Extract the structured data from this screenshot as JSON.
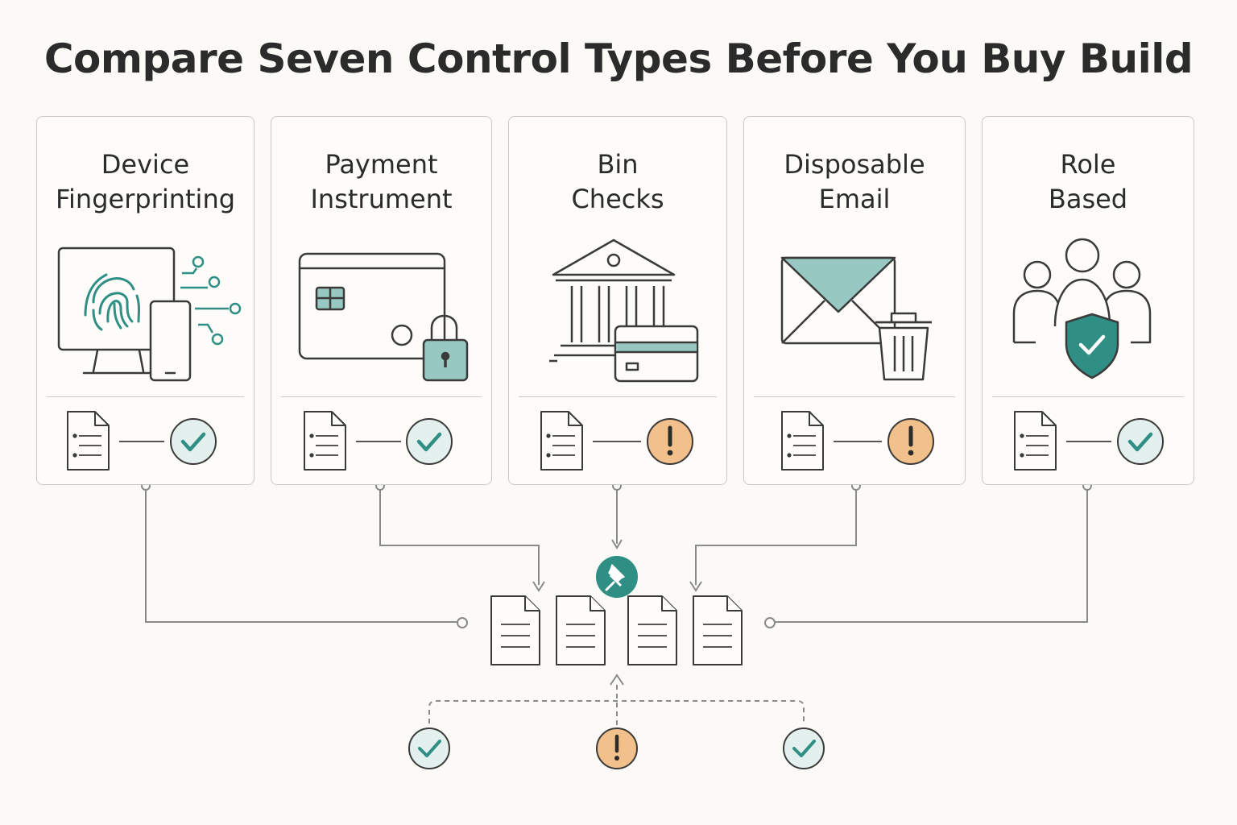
{
  "title": "Compare Seven Control Types Before You Buy Build",
  "colors": {
    "teal": "#2f8f85",
    "teal_light": "#97c8c1",
    "teal_bg": "#e3f0ee",
    "amber": "#f2c08a",
    "line": "#3a3a3a",
    "connector": "#8a8a8a",
    "card_border": "#c9c9c5"
  },
  "cards": [
    {
      "title_line1": "Device",
      "title_line2": "Fingerprinting",
      "icon": "fingerprint-devices-icon",
      "status": "check"
    },
    {
      "title_line1": "Payment",
      "title_line2": "Instrument",
      "icon": "card-lock-icon",
      "status": "check"
    },
    {
      "title_line1": "Bin",
      "title_line2": "Checks",
      "icon": "bank-card-icon",
      "status": "warning"
    },
    {
      "title_line1": "Disposable",
      "title_line2": "Email",
      "icon": "email-trash-icon",
      "status": "warning"
    },
    {
      "title_line1": "Role",
      "title_line2": "Based",
      "icon": "users-shield-icon",
      "status": "check"
    }
  ],
  "center_hub": {
    "icon": "pushpin-icon",
    "documents": 4
  },
  "bottom_statuses": [
    "check",
    "warning",
    "check"
  ]
}
